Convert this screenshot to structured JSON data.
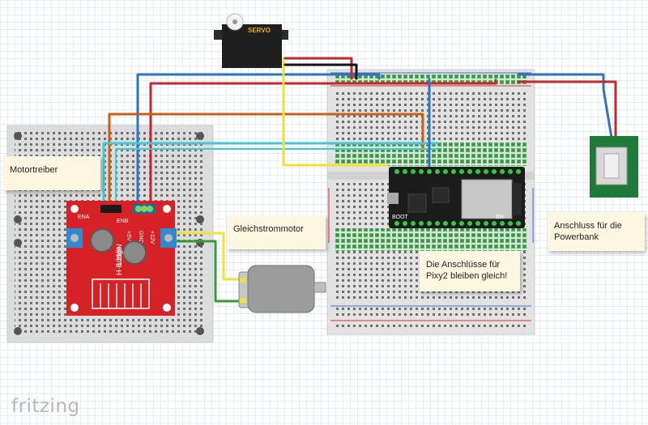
{
  "app": {
    "logo": "fritzing"
  },
  "notes": {
    "motor_driver": "Motortreiber",
    "dc_motor": "Gleichstrommotor",
    "pixy_line1": "Die Anschlüsse für",
    "pixy_line2": "Pixy2 bleiben gleich!",
    "powerbank_line1": "Anschluss für die",
    "powerbank_line2": "Powerbank"
  },
  "components": {
    "servo_label": "SERVO",
    "hbridge_label_1": "L298N",
    "hbridge_label_2": "H-Bridge",
    "hbridge_pin_5v": "+5V",
    "hbridge_pin_gnd": "GND",
    "hbridge_pin_12v": "+12V",
    "hbridge_ena": "ENA",
    "hbridge_enb": "ENB",
    "esp32_boot": "BOOT",
    "esp32_en": "EN"
  },
  "colors": {
    "wire_red": "#c0282c",
    "wire_blue": "#2f74c0",
    "wire_yellow": "#f2e13a",
    "wire_orange": "#c8601a",
    "wire_cyan": "#3fc8d6",
    "wire_black": "#151515",
    "wire_green": "#3a9a3a",
    "hbridge_red": "#d62127",
    "usb_green": "#1f7a3a"
  }
}
